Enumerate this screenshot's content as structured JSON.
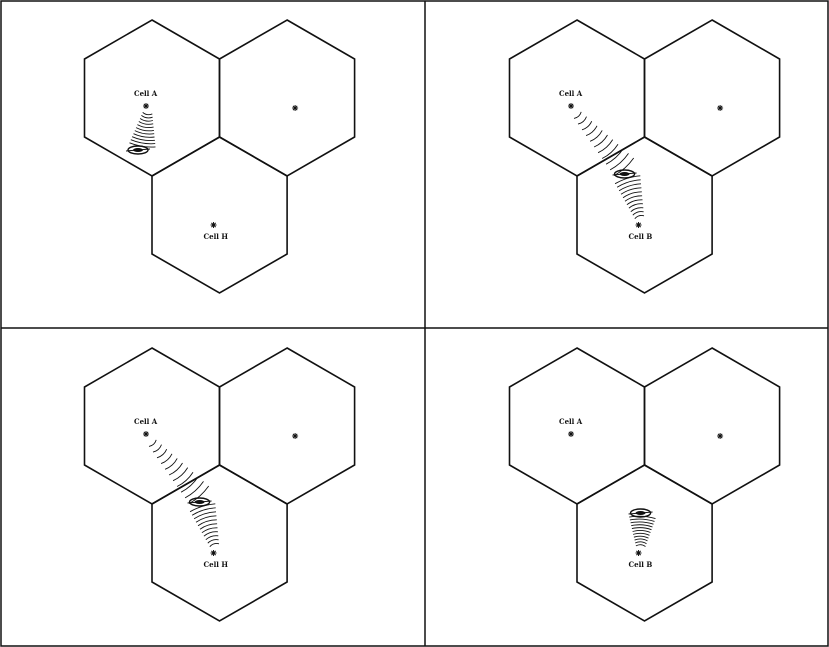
{
  "panels": [
    {
      "id": "top-left",
      "cell_labels": {
        "a": "Cell A",
        "b": "Cell H"
      },
      "show_label_a": true,
      "show_label_b": true,
      "beam_a": true,
      "beam_b": false,
      "phone_at": "a"
    },
    {
      "id": "top-right",
      "cell_labels": {
        "a": "Cell A",
        "b": "Cell B"
      },
      "show_label_a": true,
      "show_label_b": true,
      "beam_a": true,
      "beam_b": true,
      "phone_at": "junction"
    },
    {
      "id": "bottom-left",
      "cell_labels": {
        "a": "Cell A",
        "b": "Cell H"
      },
      "show_label_a": true,
      "show_label_b": true,
      "beam_a": true,
      "beam_b": true,
      "phone_at": "junction"
    },
    {
      "id": "bottom-right",
      "cell_labels": {
        "a": "Cell A",
        "b": "Cell B"
      },
      "show_label_a": true,
      "show_label_b": true,
      "beam_a": false,
      "beam_b": true,
      "phone_at": "b"
    }
  ],
  "colors": {
    "line": "#111111",
    "background": "#ffffff"
  }
}
